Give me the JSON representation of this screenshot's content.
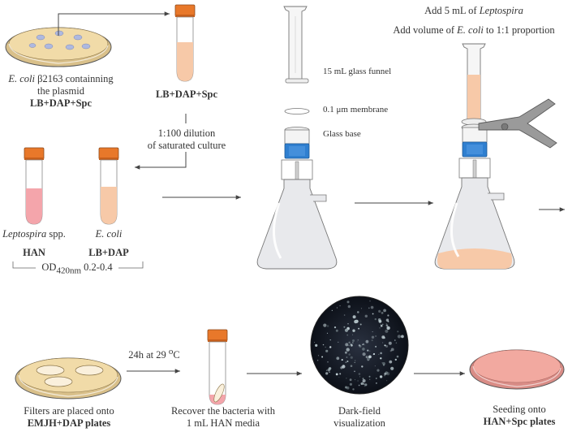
{
  "labels": {
    "ecoli_caption_italic": "E. coli",
    "ecoli_caption_rest": "β2163 containning",
    "ecoli_caption_line2": "the plasmid",
    "ecoli_plate_media": "LB+DAP+Spc",
    "tube_media_top": "LB+DAP+Spc",
    "dilution_line1": "1:100 dilution",
    "dilution_line2": "of saturated culture",
    "lepto_name_italic": "Leptospira",
    "lepto_name_rest": "spp.",
    "lepto_media": "HAN",
    "ecoli_tube_name": "E. coli",
    "ecoli_tube_media": "LB+DAP",
    "od_prefix": "OD",
    "od_sub": "420nm",
    "od_range": "0.2-0.4",
    "funnel": "15 mL glass funnel",
    "membrane": "0.1 μm membrane",
    "glass_base": "Glass base",
    "add_lepto_prefix": "Add 5 mL of",
    "add_lepto_italic": "Leptospira",
    "add_ecoli_prefix": "Add volume of",
    "add_ecoli_italic": "E. coli",
    "add_ecoli_suffix": "to 1:1 proportion",
    "incubation_prefix": "24h at 29",
    "incubation_deg": "o",
    "incubation_unit": "C",
    "filters_line1": "Filters are placed onto",
    "filters_line2": "EMJH+DAP plates",
    "recover_line1": "Recover the bacteria with",
    "recover_line2": "1 mL HAN media",
    "darkfield_line1": "Dark-field",
    "darkfield_line2": "visualization",
    "seeding_line1": "Seeding onto",
    "seeding_line2": "HAN+Spc plates"
  },
  "colors": {
    "cap_orange": "#e8782a",
    "tube_peach": "#f7c9a8",
    "tube_pink": "#f4a5ab",
    "plate_agar": "#f1dba8",
    "seeding_plate": "#f2a9a0",
    "clamp_blue": "#2f7fd0",
    "clamp_gray": "#9a9a9a",
    "flask_gray": "#e8e9ec",
    "arrow": "#444444"
  }
}
